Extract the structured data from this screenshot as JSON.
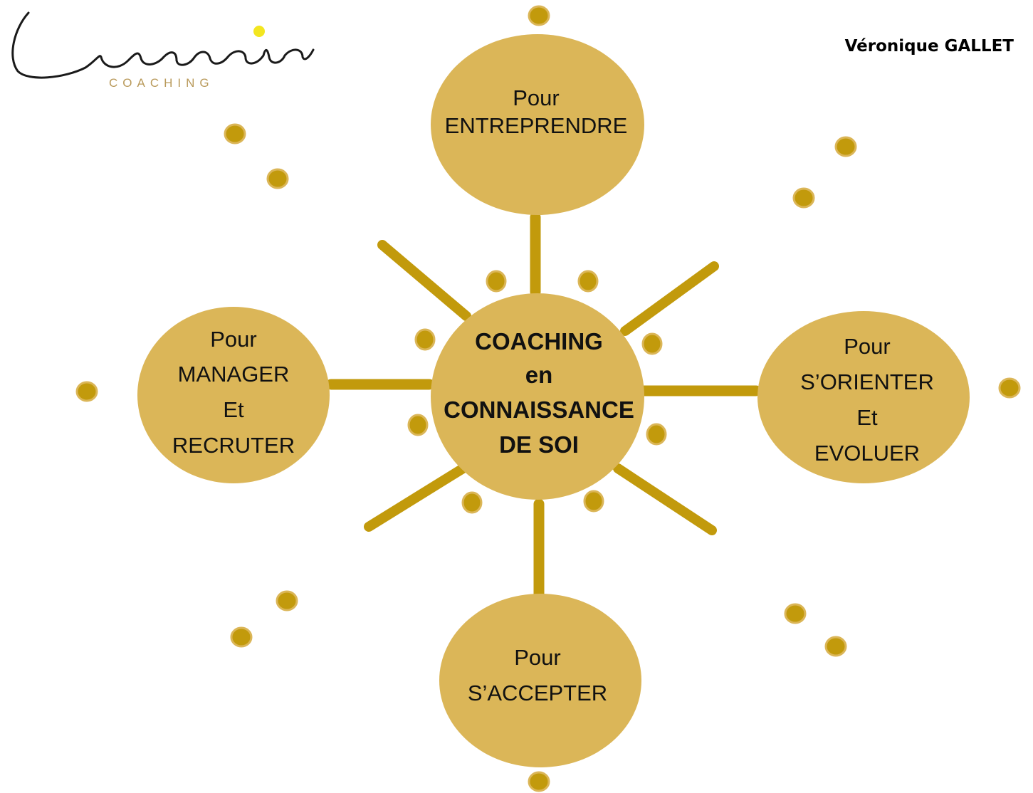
{
  "logo": {
    "script_text": "Lumania",
    "sub_text": "COACHING",
    "accent_color": "#f3e620",
    "sub_color": "#b99a5b"
  },
  "author": "Véronique GALLET",
  "colors": {
    "node_fill": "#dbb658",
    "ray_color": "#c29a0c",
    "dot_fill": "#c29a0c",
    "text": "#111111"
  },
  "center": {
    "lines": [
      "COACHING",
      "en",
      "CONNAISSANCE",
      "DE SOI"
    ]
  },
  "nodes": {
    "top": {
      "lines": [
        "Pour",
        "ENTREPRENDRE"
      ]
    },
    "left": {
      "lines": [
        "Pour",
        "MANAGER",
        "Et",
        "RECRUTER"
      ]
    },
    "right": {
      "lines": [
        "Pour",
        "S’ORIENTER",
        "Et",
        "EVOLUER"
      ]
    },
    "bottom": {
      "lines": [
        "Pour",
        "S’ACCEPTER"
      ]
    }
  }
}
